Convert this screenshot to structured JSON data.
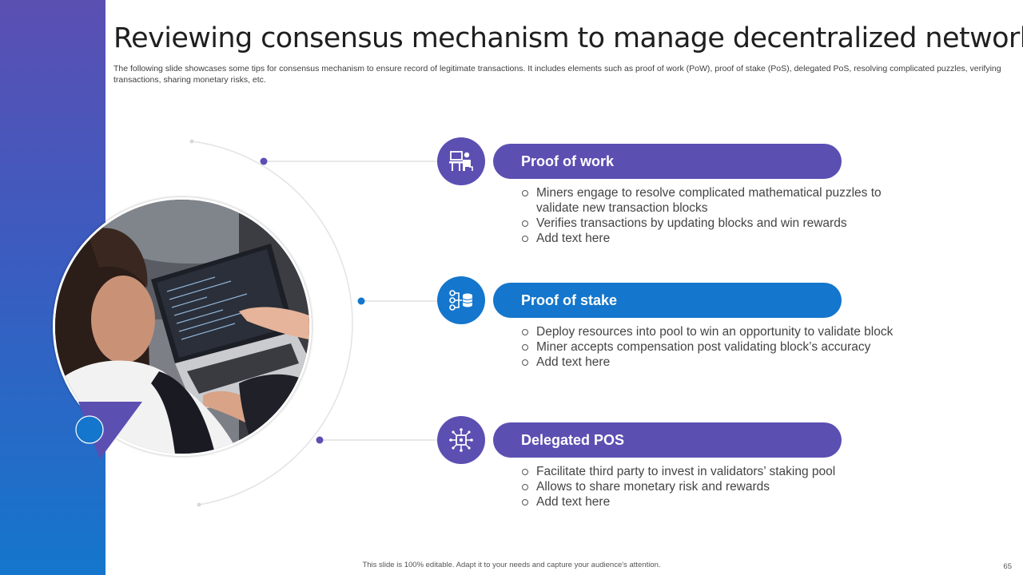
{
  "slide": {
    "title": "Reviewing consensus mechanism to manage decentralized network",
    "subtitle": "The following slide showcases some tips for consensus mechanism to ensure record of legitimate transactions. It includes elements such as proof of work (PoW), proof of stake (PoS), delegated PoS, resolving complicated puzzles, verifying transactions, sharing monetary risks, etc.",
    "footer": "This slide is 100% editable. Adapt it to your needs and capture your audience's attention.",
    "page_number": "65"
  },
  "colors": {
    "purple": "#5b4fb2",
    "blue": "#1476cc",
    "sidebar_gradient": [
      "#5b4fb2",
      "#1476cc"
    ]
  },
  "items": [
    {
      "heading": "Proof of work",
      "icon": "worker-at-desk-icon",
      "color": "#5b4fb2",
      "bullets": [
        "Miners engage to resolve complicated mathematical puzzles to validate new transaction blocks",
        "Verifies transactions by updating blocks and win rewards",
        "Add text here"
      ]
    },
    {
      "heading": "Proof of stake",
      "icon": "network-database-icon",
      "color": "#1476cc",
      "bullets": [
        "Deploy resources into pool to win an opportunity  to validate block",
        "Miner accepts compensation post validating block’s accuracy",
        "Add text here"
      ]
    },
    {
      "heading": "Delegated POS",
      "icon": "chip-network-icon",
      "color": "#5b4fb2",
      "bullets": [
        "Facilitate third party to invest in validators’ staking pool",
        "Allows to share monetary  risk and rewards",
        "Add text here"
      ]
    }
  ]
}
